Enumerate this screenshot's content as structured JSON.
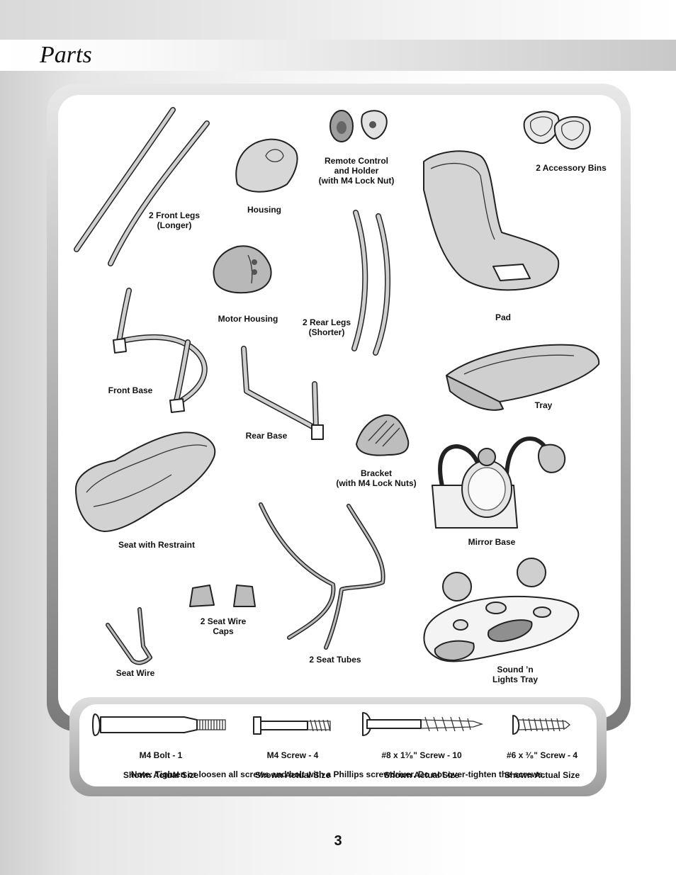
{
  "page": {
    "title": "Parts",
    "page_number": "3"
  },
  "parts": {
    "front_legs": "2 Front Legs\n(Longer)",
    "housing": "Housing",
    "remote": "Remote Control\nand Holder\n(with M4 Lock Nut)",
    "accessory_bins": "2 Accessory Bins",
    "motor_housing": "Motor Housing",
    "rear_legs": "2 Rear Legs\n(Shorter)",
    "pad": "Pad",
    "front_base": "Front Base",
    "rear_base": "Rear Base",
    "tray": "Tray",
    "bracket": "Bracket\n(with M4 Lock Nuts)",
    "seat_restraint": "Seat with Restraint",
    "mirror_base": "Mirror Base",
    "seat_wire_caps": "2 Seat Wire\nCaps",
    "seat_wire": "Seat Wire",
    "seat_tubes": "2 Seat Tubes",
    "sound_lights_tray": "Sound ’n\nLights Tray"
  },
  "hardware": [
    {
      "name": "M4 Bolt - 1",
      "caption": "Shown Actual Size"
    },
    {
      "name": "M4 Screw - 4",
      "caption": "Shown Actual Size"
    },
    {
      "name": "#8 x 1³⁄₈\" Screw - 10",
      "caption": "Shown Actual Size"
    },
    {
      "name": "#6 x ³⁄₈\" Screw - 4",
      "caption": "Shown Actual Size"
    }
  ],
  "note": "Note: Tighten or loosen all screws and bolt with a Phillips screwdriver. Do not over-tighten the screws."
}
